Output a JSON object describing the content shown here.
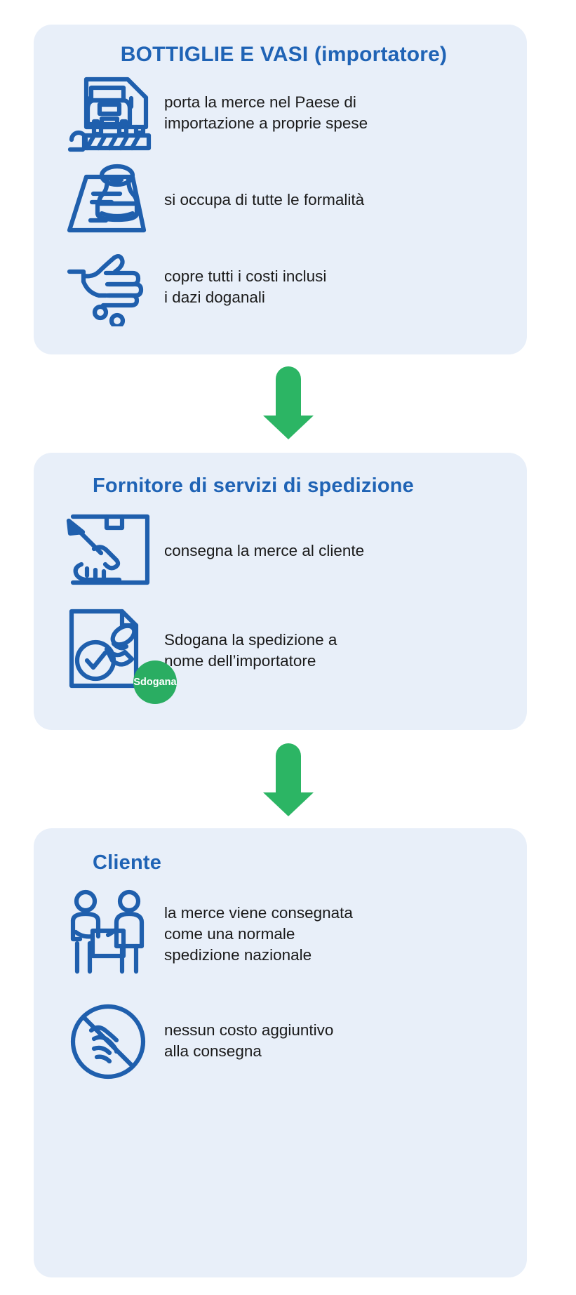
{
  "colors": {
    "card_bg": "#e8eff9",
    "accent_blue": "#1f63b5",
    "icon_blue": "#1f5fad",
    "arrow_green": "#2cb564",
    "badge_green": "#2aad62",
    "body_text": "#1a1a1a",
    "page_bg": "#ffffff"
  },
  "cards": [
    {
      "id": "importer",
      "title": "BOTTIGLIE E VASI (importatore)",
      "rows": [
        {
          "icon": "truck-barrier-icon",
          "text": "porta la merce nel Paese di\nimportazione a proprie spese"
        },
        {
          "icon": "stamp-document-icon",
          "text": "si occupa di tutte le formalità"
        },
        {
          "icon": "hand-coins-icon",
          "text": "copre tutti i costi inclusi\ni dazi doganali"
        }
      ]
    },
    {
      "id": "shipping-provider",
      "title": "Fornitore di servizi di spedizione",
      "rows": [
        {
          "icon": "hand-package-delivery-icon",
          "text": "consegna la merce al cliente"
        },
        {
          "icon": "customs-clearance-stamp-icon",
          "text": "Sdogana la spedizione a\nnome dell’importatore",
          "badge": "Sdogana"
        }
      ]
    },
    {
      "id": "customer",
      "title": "Cliente",
      "rows": [
        {
          "icon": "two-people-delivery-icon",
          "text": "la merce viene consegnata\ncome una normale\nspedizione nazionale"
        },
        {
          "icon": "no-extra-fee-icon",
          "text": "nessun costo aggiuntivo\nalla consegna"
        }
      ]
    }
  ],
  "arrows": [
    {
      "name": "arrow-down-1",
      "direction": "down"
    },
    {
      "name": "arrow-down-2",
      "direction": "down"
    }
  ]
}
